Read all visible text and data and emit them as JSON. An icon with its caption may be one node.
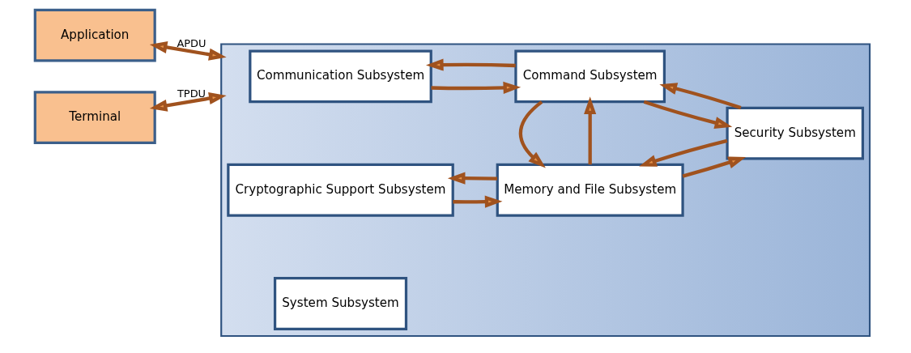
{
  "diagram": {
    "nodes": [
      {
        "text": [
          "Application"
        ]
      },
      {
        "text": [
          "Terminal"
        ]
      },
      {
        "text": [],
        "shape": "box"
      },
      {
        "text": [
          "Communication Subsystem"
        ],
        "in": 2
      },
      {
        "text": [
          "Command Subsystem"
        ],
        "in": 2
      },
      {
        "text": [
          "Security Subsystem"
        ],
        "in": 2
      },
      {
        "text": [
          "Cryptographic Support Subsystem"
        ],
        "in": 2
      },
      {
        "text": [
          "Memory and File Subsystem"
        ],
        "in": 2
      },
      {
        "text": [
          "System Subsystem"
        ],
        "in": 2
      }
    ],
    "edges": [
      {
        "from": 0,
        "to": 2,
        "arrow": "both",
        "label": "APDU"
      },
      {
        "from": 1,
        "to": 2,
        "arrow": "both",
        "label": "TPDU"
      },
      {
        "from": 3,
        "to": 4,
        "arrow": "to"
      },
      {
        "from": 4,
        "to": 3,
        "arrow": "to"
      },
      {
        "from": 4,
        "to": 5,
        "arrow": "to"
      },
      {
        "from": 5,
        "to": 4,
        "arrow": "to"
      },
      {
        "from": 7,
        "to": 4,
        "arrow": "to"
      },
      {
        "from": 4,
        "to": 7,
        "arrow": "to"
      },
      {
        "from": 7,
        "to": 5,
        "arrow": "to"
      },
      {
        "from": 5,
        "to": 7,
        "arrow": "to"
      },
      {
        "from": 6,
        "to": 7,
        "arrow": "to"
      },
      {
        "from": 7,
        "to": 6,
        "arrow": "to"
      }
    ]
  }
}
